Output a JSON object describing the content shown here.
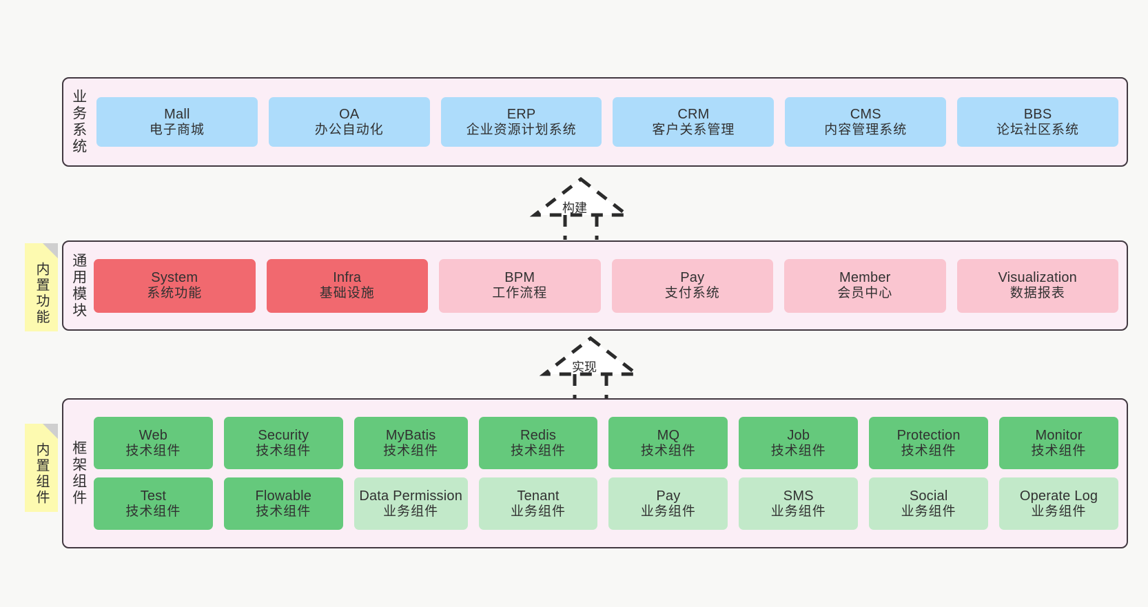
{
  "diagram": {
    "background_color": "#f8f8f6",
    "layer_fill": "#fbeef6",
    "layer_border": "#413840",
    "colors": {
      "blue": "#addcfb",
      "red": "#f1696f",
      "pink": "#fac5d0",
      "green": "#65c97c",
      "light_green": "#c2e9c9",
      "sticky_yellow": "#fdfab0",
      "sticky_fold": "#cfcfcf"
    }
  },
  "layers": {
    "business": {
      "label": "业务系统",
      "nodes": [
        {
          "title": "Mall",
          "sub": "电子商城",
          "color": "blue"
        },
        {
          "title": "OA",
          "sub": "办公自动化",
          "color": "blue"
        },
        {
          "title": "ERP",
          "sub": "企业资源计划系统",
          "color": "blue"
        },
        {
          "title": "CRM",
          "sub": "客户关系管理",
          "color": "blue"
        },
        {
          "title": "CMS",
          "sub": "内容管理系统",
          "color": "blue"
        },
        {
          "title": "BBS",
          "sub": "论坛社区系统",
          "color": "blue"
        }
      ]
    },
    "common": {
      "label": "通用模块",
      "nodes": [
        {
          "title": "System",
          "sub": "系统功能",
          "color": "red"
        },
        {
          "title": "Infra",
          "sub": "基础设施",
          "color": "red"
        },
        {
          "title": "BPM",
          "sub": "工作流程",
          "color": "pink"
        },
        {
          "title": "Pay",
          "sub": "支付系统",
          "color": "pink"
        },
        {
          "title": "Member",
          "sub": "会员中心",
          "color": "pink"
        },
        {
          "title": "Visualization",
          "sub": "数据报表",
          "color": "pink"
        }
      ]
    },
    "framework": {
      "label": "框架组件",
      "row1": [
        {
          "title": "Web",
          "sub": "技术组件",
          "color": "green"
        },
        {
          "title": "Security",
          "sub": "技术组件",
          "color": "green"
        },
        {
          "title": "MyBatis",
          "sub": "技术组件",
          "color": "green"
        },
        {
          "title": "Redis",
          "sub": "技术组件",
          "color": "green"
        },
        {
          "title": "MQ",
          "sub": "技术组件",
          "color": "green"
        },
        {
          "title": "Job",
          "sub": "技术组件",
          "color": "green"
        },
        {
          "title": "Protection",
          "sub": "技术组件",
          "color": "green"
        },
        {
          "title": "Monitor",
          "sub": "技术组件",
          "color": "green"
        }
      ],
      "row2": [
        {
          "title": "Test",
          "sub": "技术组件",
          "color": "green"
        },
        {
          "title": "Flowable",
          "sub": "技术组件",
          "color": "green"
        },
        {
          "title": "Data Permission",
          "sub": "业务组件",
          "color": "light_green"
        },
        {
          "title": "Tenant",
          "sub": "业务组件",
          "color": "light_green"
        },
        {
          "title": "Pay",
          "sub": "业务组件",
          "color": "light_green"
        },
        {
          "title": "SMS",
          "sub": "业务组件",
          "color": "light_green"
        },
        {
          "title": "Social",
          "sub": "业务组件",
          "color": "light_green"
        },
        {
          "title": "Operate Log",
          "sub": "业务组件",
          "color": "light_green"
        }
      ]
    }
  },
  "sticky_notes": [
    {
      "text": "内置功能"
    },
    {
      "text": "内置组件"
    }
  ],
  "arrows": [
    {
      "label": "构建",
      "style": "dashed-hollow-triangle",
      "direction": "up"
    },
    {
      "label": "实现",
      "style": "dashed-hollow-triangle",
      "direction": "up"
    }
  ]
}
